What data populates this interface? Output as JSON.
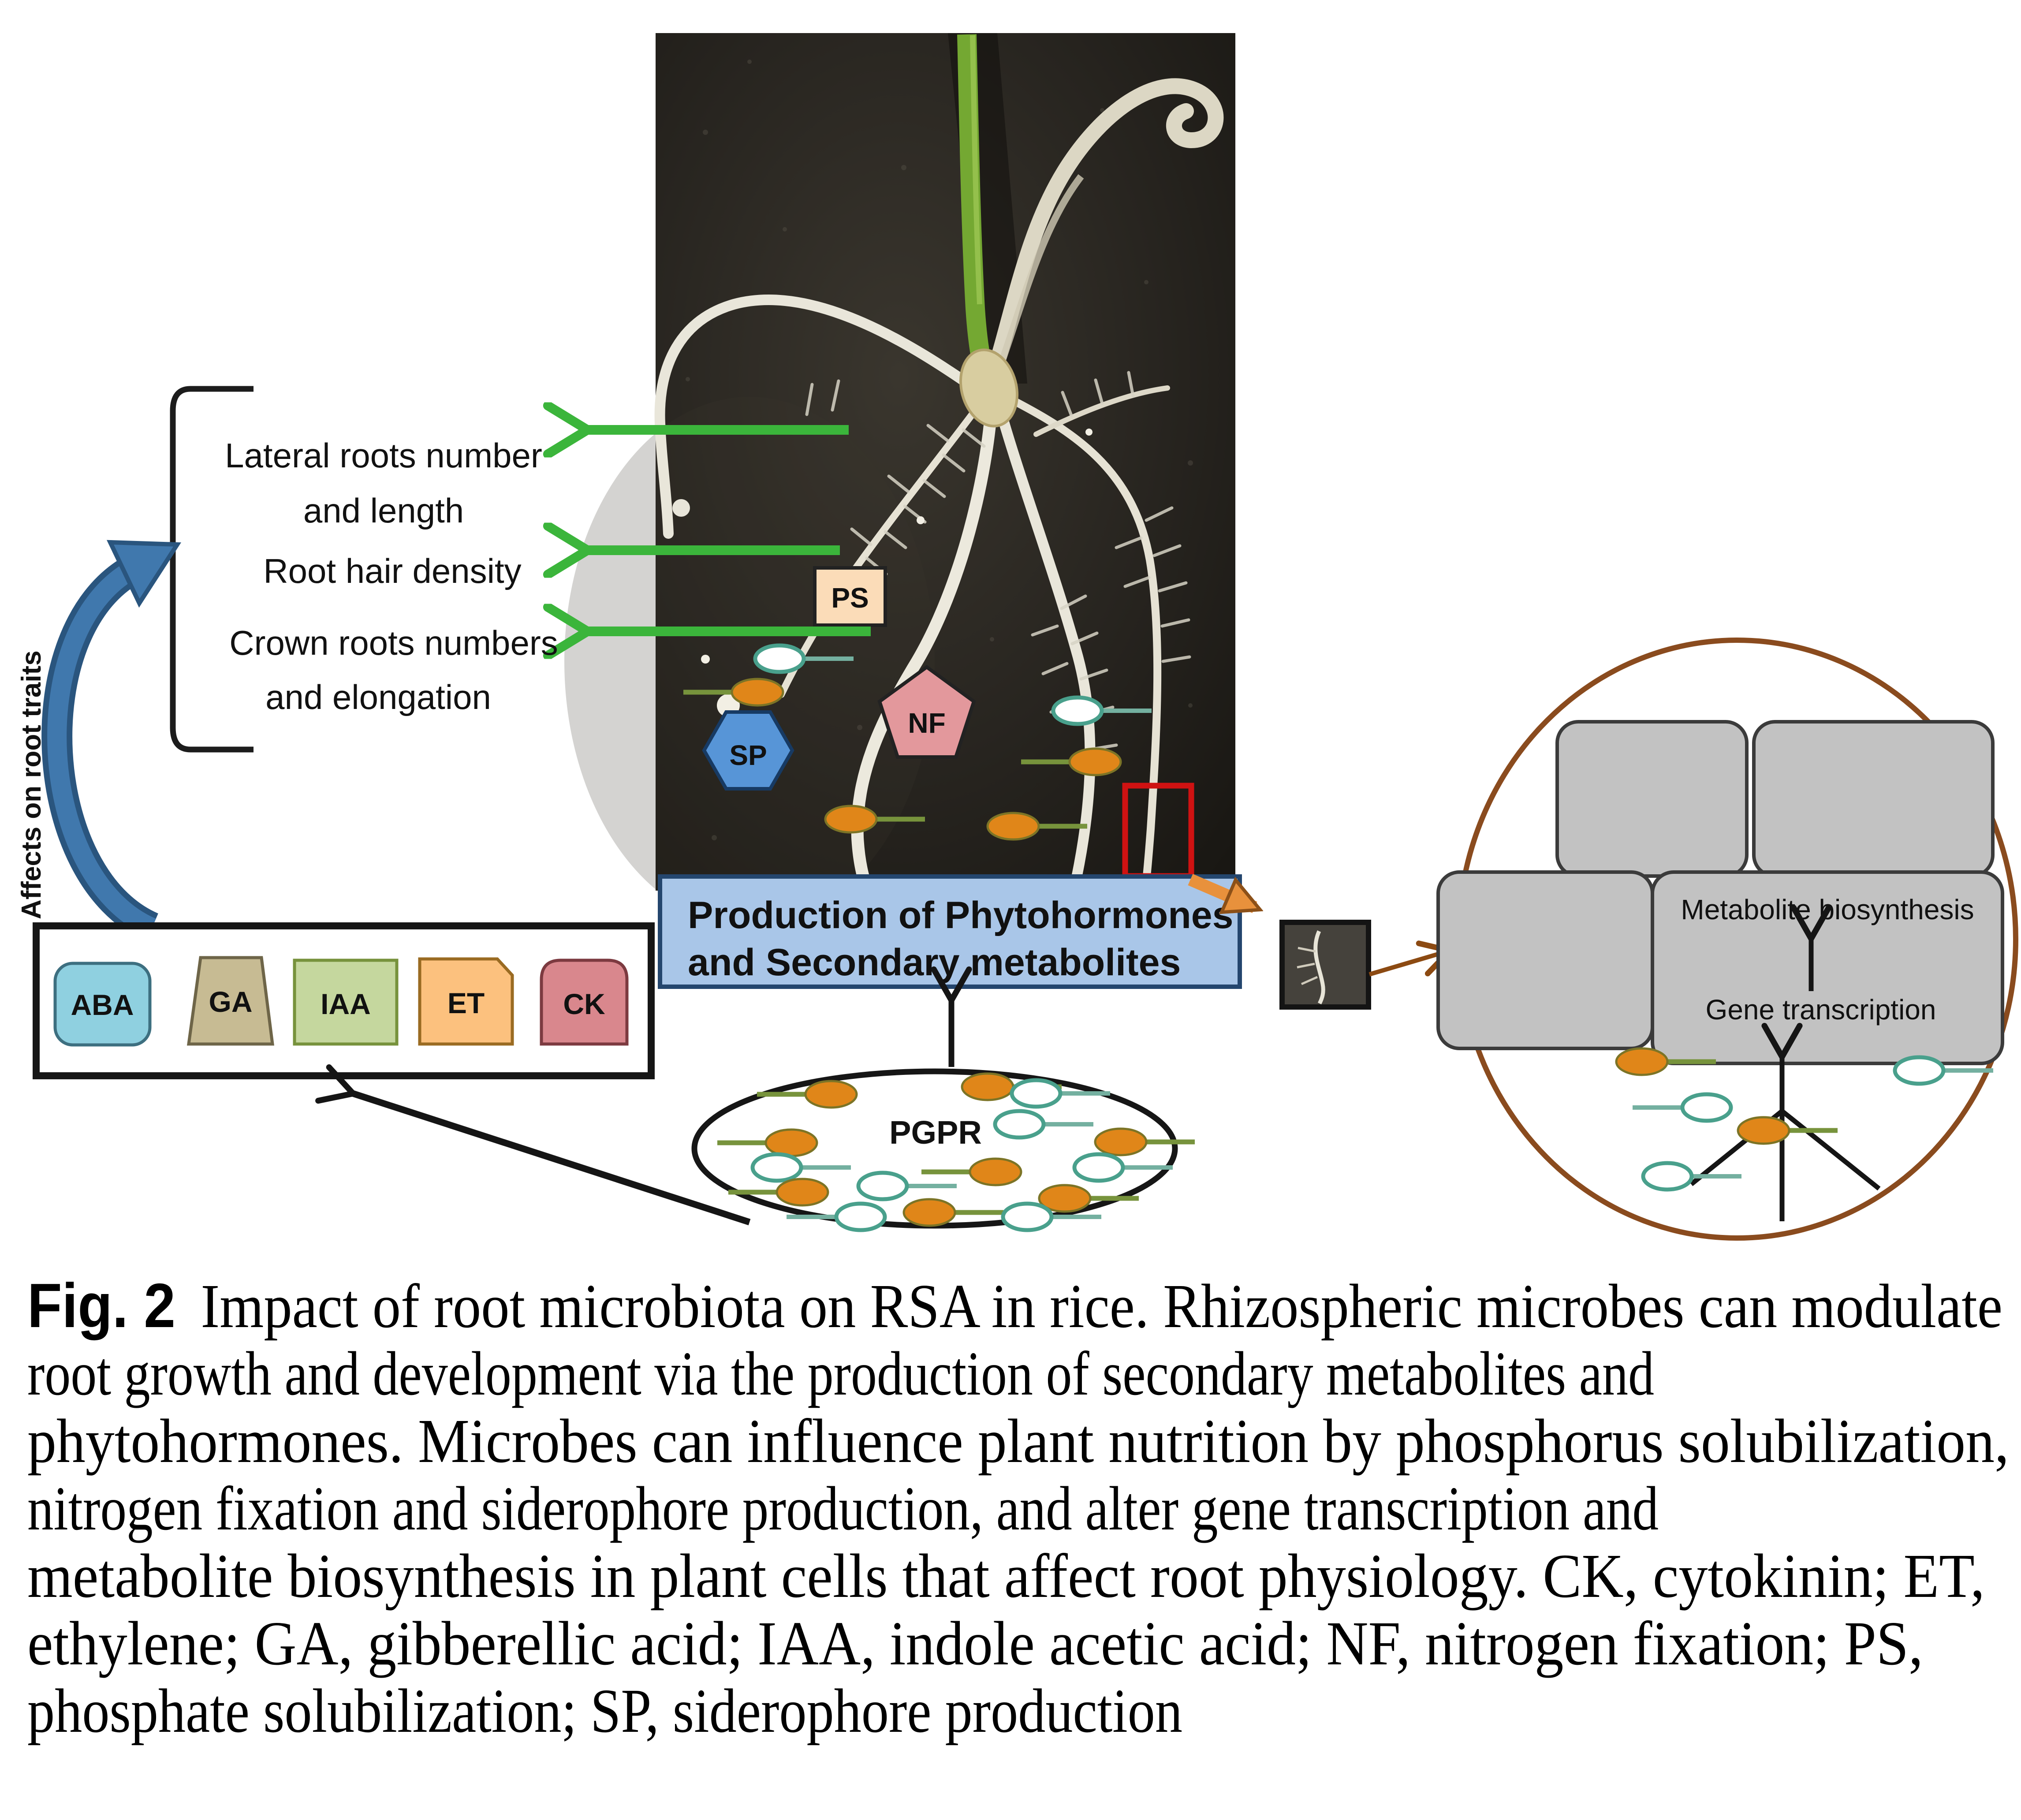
{
  "figure": {
    "affects_label": "Affects on root traits",
    "traits": [
      [
        "Lateral roots number",
        "and length"
      ],
      [
        "Root hair density"
      ],
      [
        "Crown roots numbers",
        "and elongation"
      ]
    ],
    "hormones": [
      {
        "label": "ABA",
        "fill": "#8fd0e0"
      },
      {
        "label": "GA",
        "fill": "#c7bb93"
      },
      {
        "label": "IAA",
        "fill": "#c5d79e"
      },
      {
        "label": "ET",
        "fill": "#fcc17e"
      },
      {
        "label": "CK",
        "fill": "#d9878d"
      }
    ],
    "markers": {
      "ps": "PS",
      "nf": "NF",
      "sp": "SP"
    },
    "production_box": [
      "Production of Phytohormones",
      "and Secondary metabolites"
    ],
    "pgpr_label": "PGPR",
    "cell": {
      "metabolite": "Metabolite biosynthesis",
      "gene": "Gene transcription"
    },
    "colors": {
      "green_arrow": "#3bb53b",
      "blue_arrow": "#4078ad",
      "blue_arrow_edge": "#2a557e",
      "production_box_fill": "#a9c6e8",
      "production_box_text": "#17365d",
      "ps_fill": "#fbdcb8",
      "nf_fill": "#e3989c",
      "sp_fill": "#5795d7",
      "bacterium_orange": "#e08619",
      "bacterium_tail_olive": "#77933c",
      "bacterium_teal": "#49a08c",
      "cell_box_fill": "#c2c2c2",
      "cell_circle_stroke": "#8a4b1e",
      "red_box": "#cf1212",
      "orange_arrow": "#e8913c",
      "photo_bg": "#262320"
    }
  },
  "caption": {
    "fig_label": "Fig. 2",
    "line1_rest": "Impact of root microbiota on RSA in rice. Rhizospheric microbes can modulate",
    "lines": [
      "root growth and development via the production of secondary metabolites and",
      "phytohormones. Microbes can influence plant nutrition by phosphorus solubilization,",
      "nitrogen fixation and siderophore production, and alter gene transcription and",
      "metabolite biosynthesis in plant cells that affect root physiology. CK, cytokinin; ET,",
      "ethylene; GA, gibberellic acid; IAA, indole acetic acid; NF, nitrogen fixation; PS,",
      "phosphate solubilization; SP, siderophore production"
    ]
  }
}
